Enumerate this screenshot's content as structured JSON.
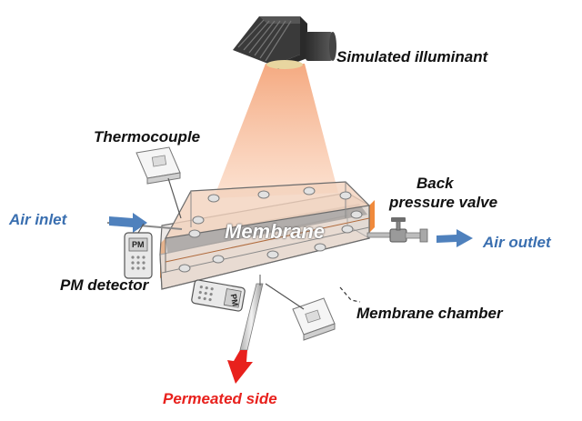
{
  "labels": {
    "illuminant": "Simulated illuminant",
    "thermocouple": "Thermocouple",
    "back_pressure_line1": "Back",
    "back_pressure_line2": "pressure valve",
    "air_inlet": "Air inlet",
    "membrane": "Membrane",
    "air_outlet": "Air outlet",
    "pm_detector": "PM detector",
    "membrane_chamber": "Membrane chamber",
    "permeated_side": "Permeated side",
    "pm_device_text": "PM"
  },
  "colors": {
    "flow_arrow_blue": "#4f81bd",
    "air_label_blue": "#3a6fb0",
    "permeated_red": "#e8211d",
    "light_beam": "#f6b48a",
    "chamber_orange": "#f08a3c"
  }
}
